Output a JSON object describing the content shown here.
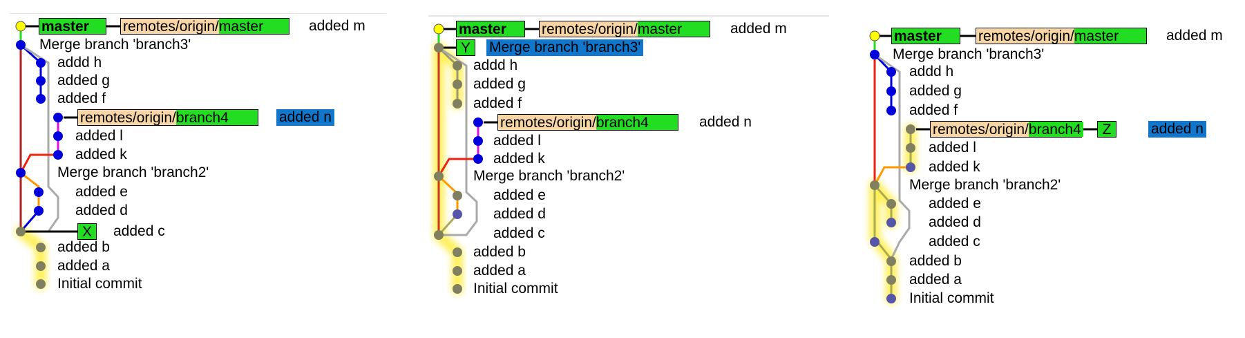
{
  "colors": {
    "branch_green": "#22dd22",
    "remote_tan": "#f8d5a4",
    "selected_blue": "#1177cc",
    "highlight_yellow": "#ffee44",
    "blue": "#0000dd",
    "red": "#ee2211",
    "magenta": "#dd11dd",
    "orange": "#ff9900",
    "gray": "#aaaaaa",
    "dark_gray": "#808060",
    "yellow": "#ffff00"
  },
  "panels": [
    {
      "id": "left",
      "master_tag": "master",
      "remote_prefix": "remotes/origin/",
      "remote_master": "master",
      "remote_branch4": "branch4",
      "marker": "X",
      "commits": {
        "m": "added m",
        "merge3": "Merge branch 'branch3'",
        "h": "addd h",
        "g": "added g",
        "f": "added f",
        "n": "added n",
        "l": "added l",
        "k": "added k",
        "merge2": "Merge branch 'branch2'",
        "e": "added e",
        "d": "added d",
        "c": "added c",
        "b": "added b",
        "a": "added a",
        "init": "Initial commit"
      }
    },
    {
      "id": "middle",
      "master_tag": "master",
      "remote_prefix": "remotes/origin/",
      "remote_master": "master",
      "remote_branch4": "branch4",
      "marker": "Y",
      "commits": {
        "m": "added m",
        "merge3": "Merge branch 'branch3'",
        "h": "addd h",
        "g": "added g",
        "f": "added f",
        "n": "added n",
        "l": "added l",
        "k": "added k",
        "merge2": "Merge branch 'branch2'",
        "e": "added e",
        "d": "added d",
        "c": "added c",
        "b": "added b",
        "a": "added a",
        "init": "Initial commit"
      }
    },
    {
      "id": "right",
      "master_tag": "master",
      "remote_prefix": "remotes/origin/",
      "remote_master": "master",
      "remote_branch4": "branch4",
      "marker": "Z",
      "commits": {
        "m": "added m",
        "merge3": "Merge branch 'branch3'",
        "h": "addd h",
        "g": "added g",
        "f": "added f",
        "n": "added n",
        "l": "added l",
        "k": "added k",
        "merge2": "Merge branch 'branch2'",
        "e": "added e",
        "d": "added d",
        "c": "added c",
        "b": "added b",
        "a": "added a",
        "init": "Initial commit"
      }
    }
  ]
}
